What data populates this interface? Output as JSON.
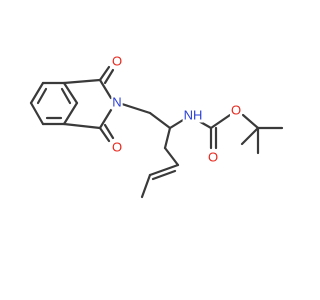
{
  "molecule": {
    "atoms": {
      "o_upper": {
        "symbol": "O",
        "color": "#e8261c"
      },
      "o_lower": {
        "symbol": "O",
        "color": "#e8261c"
      },
      "n_imide": {
        "symbol": "N",
        "color": "#2a3fd6"
      },
      "nh": {
        "symbol": "NH",
        "color": "#2a3fd6"
      },
      "o_carbonyl": {
        "symbol": "O",
        "color": "#e8261c"
      },
      "o_ester": {
        "symbol": "O",
        "color": "#e8261c"
      }
    },
    "bond_color": "#3a3a3a"
  }
}
